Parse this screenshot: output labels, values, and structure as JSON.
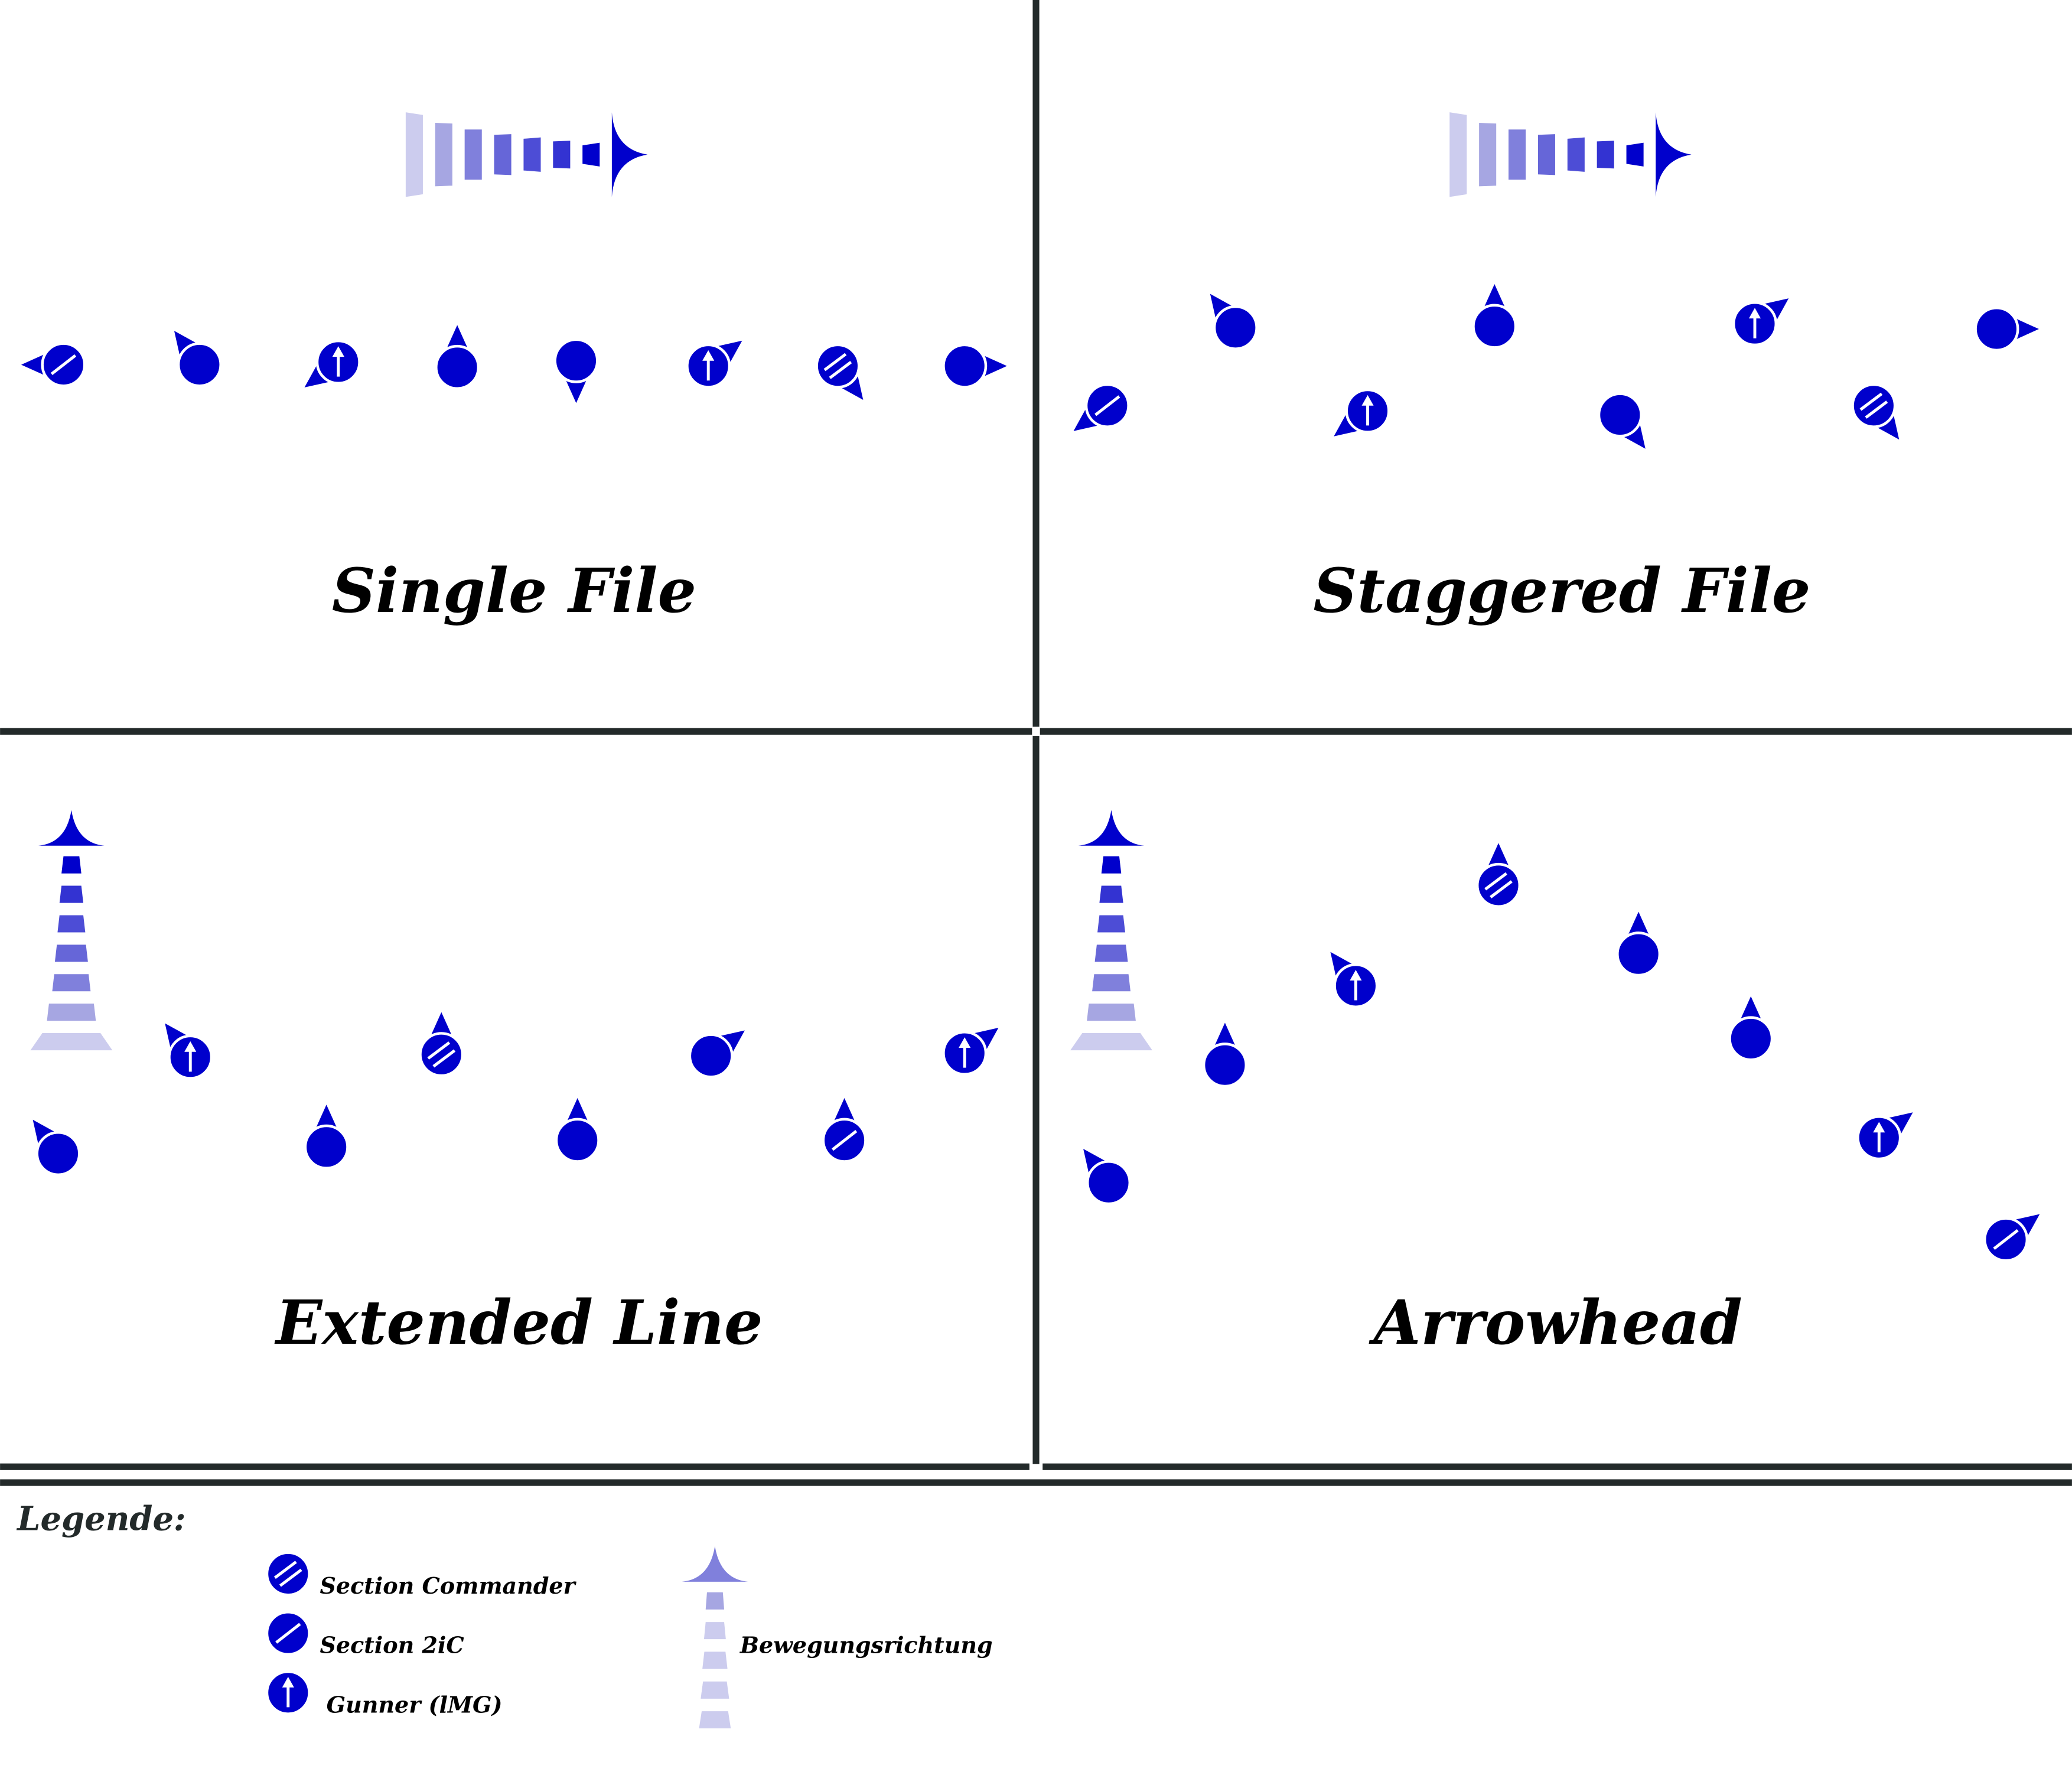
{
  "colors": {
    "soldier": "#0000cc",
    "divider": "#232a2a",
    "arrow_shades": [
      "#0000cc",
      "#3333d2",
      "#4d4dd6",
      "#6666d8",
      "#8080dc",
      "#a6a6e2",
      "#ccccee"
    ]
  },
  "panels": [
    {
      "title": "Single File",
      "arrow": "right",
      "soldiers": [
        {
          "role": "2ic",
          "facing": "left"
        },
        {
          "role": "rifleman",
          "facing": "up-left"
        },
        {
          "role": "gunner",
          "facing": "down-left"
        },
        {
          "role": "rifleman",
          "facing": "up"
        },
        {
          "role": "rifleman",
          "facing": "down"
        },
        {
          "role": "gunner",
          "facing": "up-right"
        },
        {
          "role": "commander",
          "facing": "down-right"
        },
        {
          "role": "rifleman",
          "facing": "right"
        }
      ]
    },
    {
      "title": "Staggered File",
      "arrow": "right",
      "soldiers": [
        {
          "role": "2ic",
          "facing": "down-left"
        },
        {
          "role": "rifleman",
          "facing": "up-left"
        },
        {
          "role": "gunner",
          "facing": "down-left"
        },
        {
          "role": "rifleman",
          "facing": "up"
        },
        {
          "role": "rifleman",
          "facing": "down-right"
        },
        {
          "role": "gunner",
          "facing": "up-right"
        },
        {
          "role": "commander",
          "facing": "down-right"
        },
        {
          "role": "rifleman",
          "facing": "right"
        }
      ]
    },
    {
      "title": "Extended Line",
      "arrow": "up",
      "soldiers": [
        {
          "role": "rifleman",
          "facing": "up-left"
        },
        {
          "role": "gunner",
          "facing": "up-left"
        },
        {
          "role": "rifleman",
          "facing": "up"
        },
        {
          "role": "commander",
          "facing": "up"
        },
        {
          "role": "rifleman",
          "facing": "up"
        },
        {
          "role": "rifleman",
          "facing": "up-right"
        },
        {
          "role": "2ic",
          "facing": "up"
        },
        {
          "role": "gunner",
          "facing": "up-right"
        }
      ]
    },
    {
      "title": "Arrowhead",
      "arrow": "up",
      "soldiers": [
        {
          "role": "rifleman",
          "facing": "up-left"
        },
        {
          "role": "rifleman",
          "facing": "up"
        },
        {
          "role": "gunner",
          "facing": "up-left"
        },
        {
          "role": "commander",
          "facing": "up"
        },
        {
          "role": "rifleman",
          "facing": "up"
        },
        {
          "role": "rifleman",
          "facing": "up"
        },
        {
          "role": "gunner",
          "facing": "up-right"
        },
        {
          "role": "2ic",
          "facing": "up-right"
        }
      ]
    }
  ],
  "legend": {
    "title": "Legende:",
    "items": [
      {
        "role": "commander",
        "label": "Section Commander"
      },
      {
        "role": "2ic",
        "label": "Section 2iC"
      },
      {
        "role": "gunner",
        "label": "Gunner (lMG)"
      }
    ],
    "direction_label": "Bewegungsrichtung"
  }
}
